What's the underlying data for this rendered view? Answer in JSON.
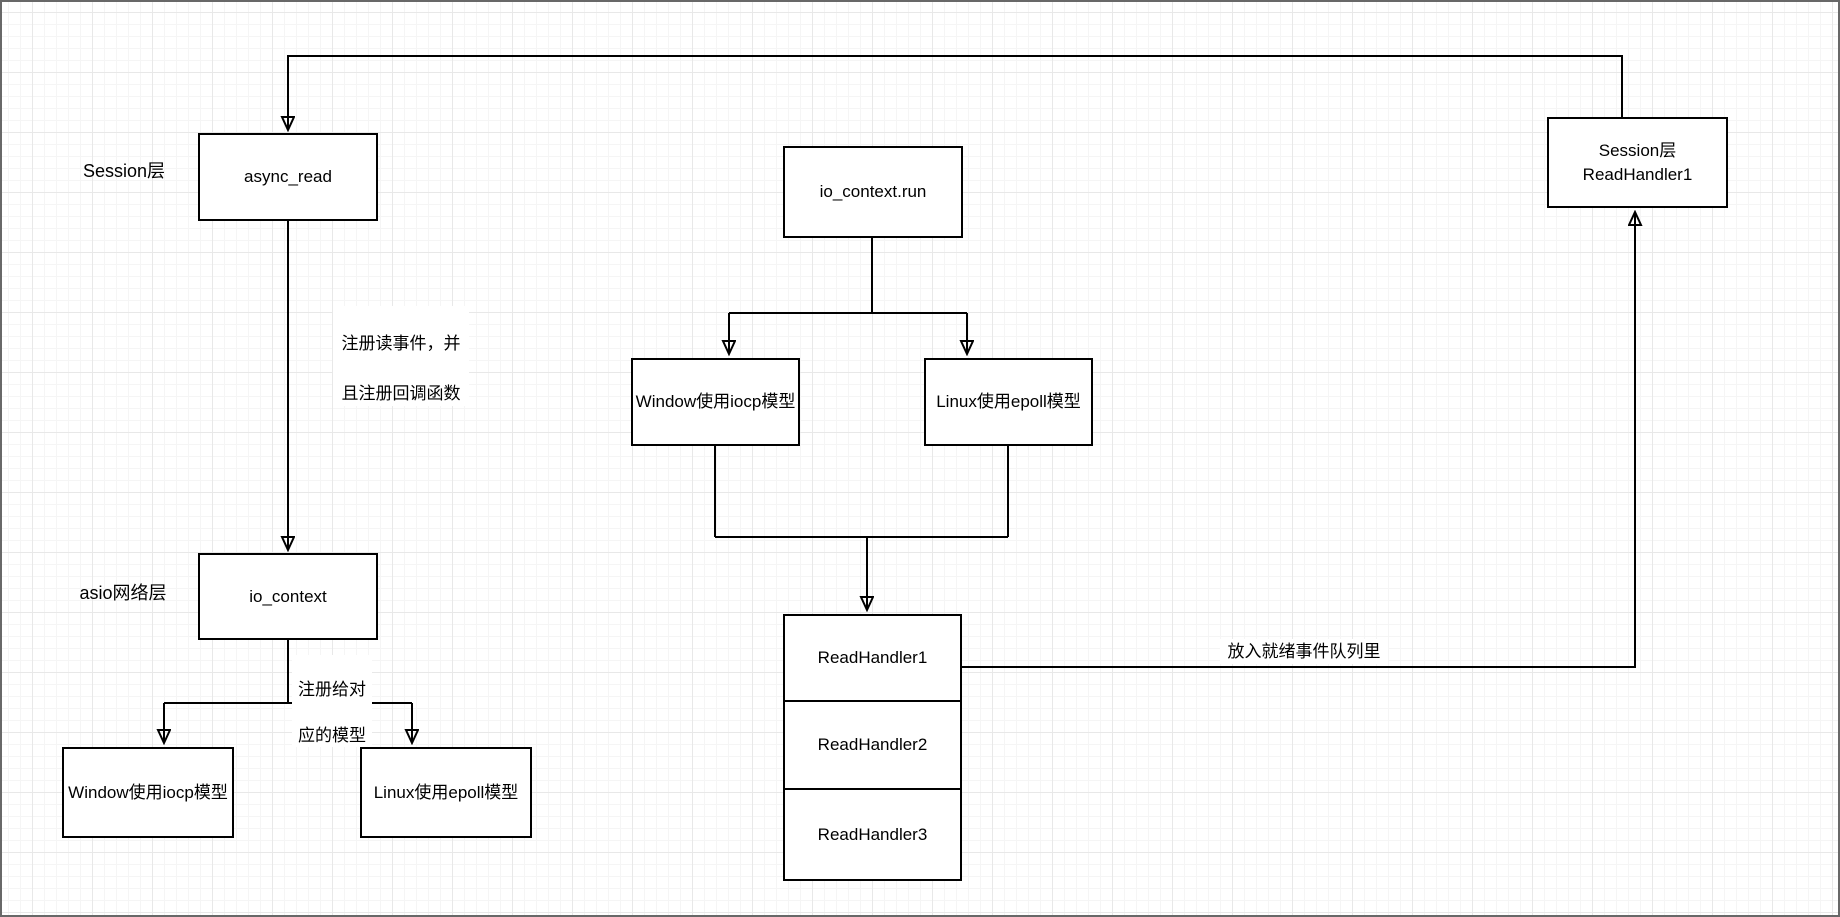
{
  "layer_labels": {
    "session": "Session层",
    "asio": "asio网络层"
  },
  "nodes": {
    "async_read": {
      "label": "async_read"
    },
    "io_context": {
      "label": "io_context"
    },
    "iocp_bottom": {
      "label": "Window使用iocp模型"
    },
    "epoll_bottom": {
      "label": "Linux使用epoll模型"
    },
    "io_context_run": {
      "label": "io_context.run"
    },
    "iocp_mid": {
      "label": "Window使用iocp模型"
    },
    "epoll_mid": {
      "label": "Linux使用epoll模型"
    },
    "handlers": {
      "items": [
        "ReadHandler1",
        "ReadHandler2",
        "ReadHandler3"
      ]
    },
    "session_handler": {
      "line1": "Session层",
      "line2": "ReadHandler1"
    }
  },
  "edge_labels": {
    "register_read": [
      "注册读事件，并",
      "且注册回调函数"
    ],
    "register_model": [
      "注册给对",
      "应的模型"
    ],
    "enqueue": "放入就绪事件队列里"
  },
  "colors": {
    "node_border": "#000000",
    "node_fill": "#ffffff",
    "connector": "#000000",
    "grid_minor": "#f5f5f5",
    "grid_major": "#e8e8e8",
    "page_border": "#686868"
  }
}
